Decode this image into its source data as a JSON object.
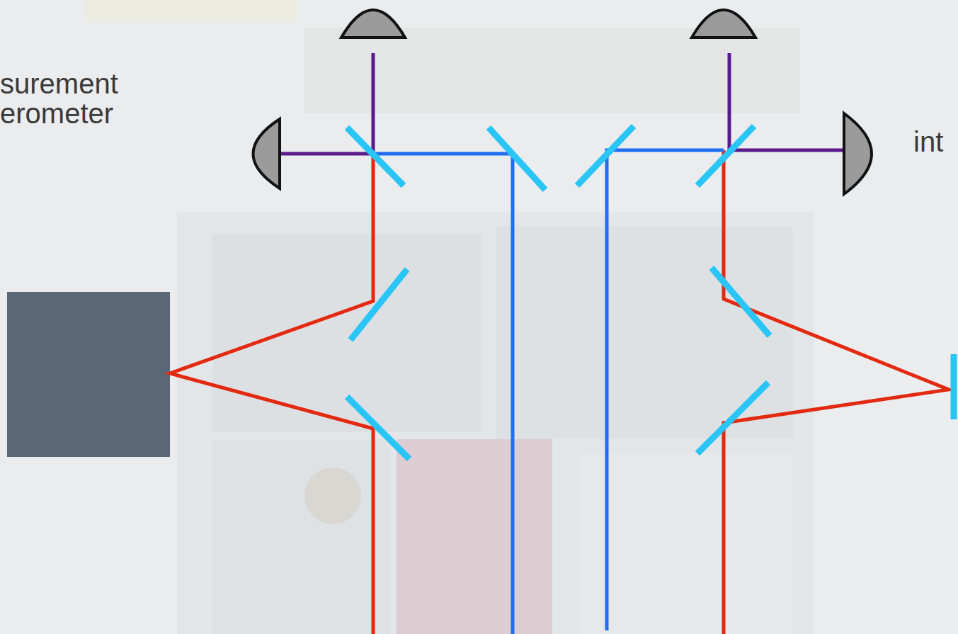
{
  "diagram": {
    "labels": [
      "surement",
      "erometer",
      "int"
    ]
  }
}
